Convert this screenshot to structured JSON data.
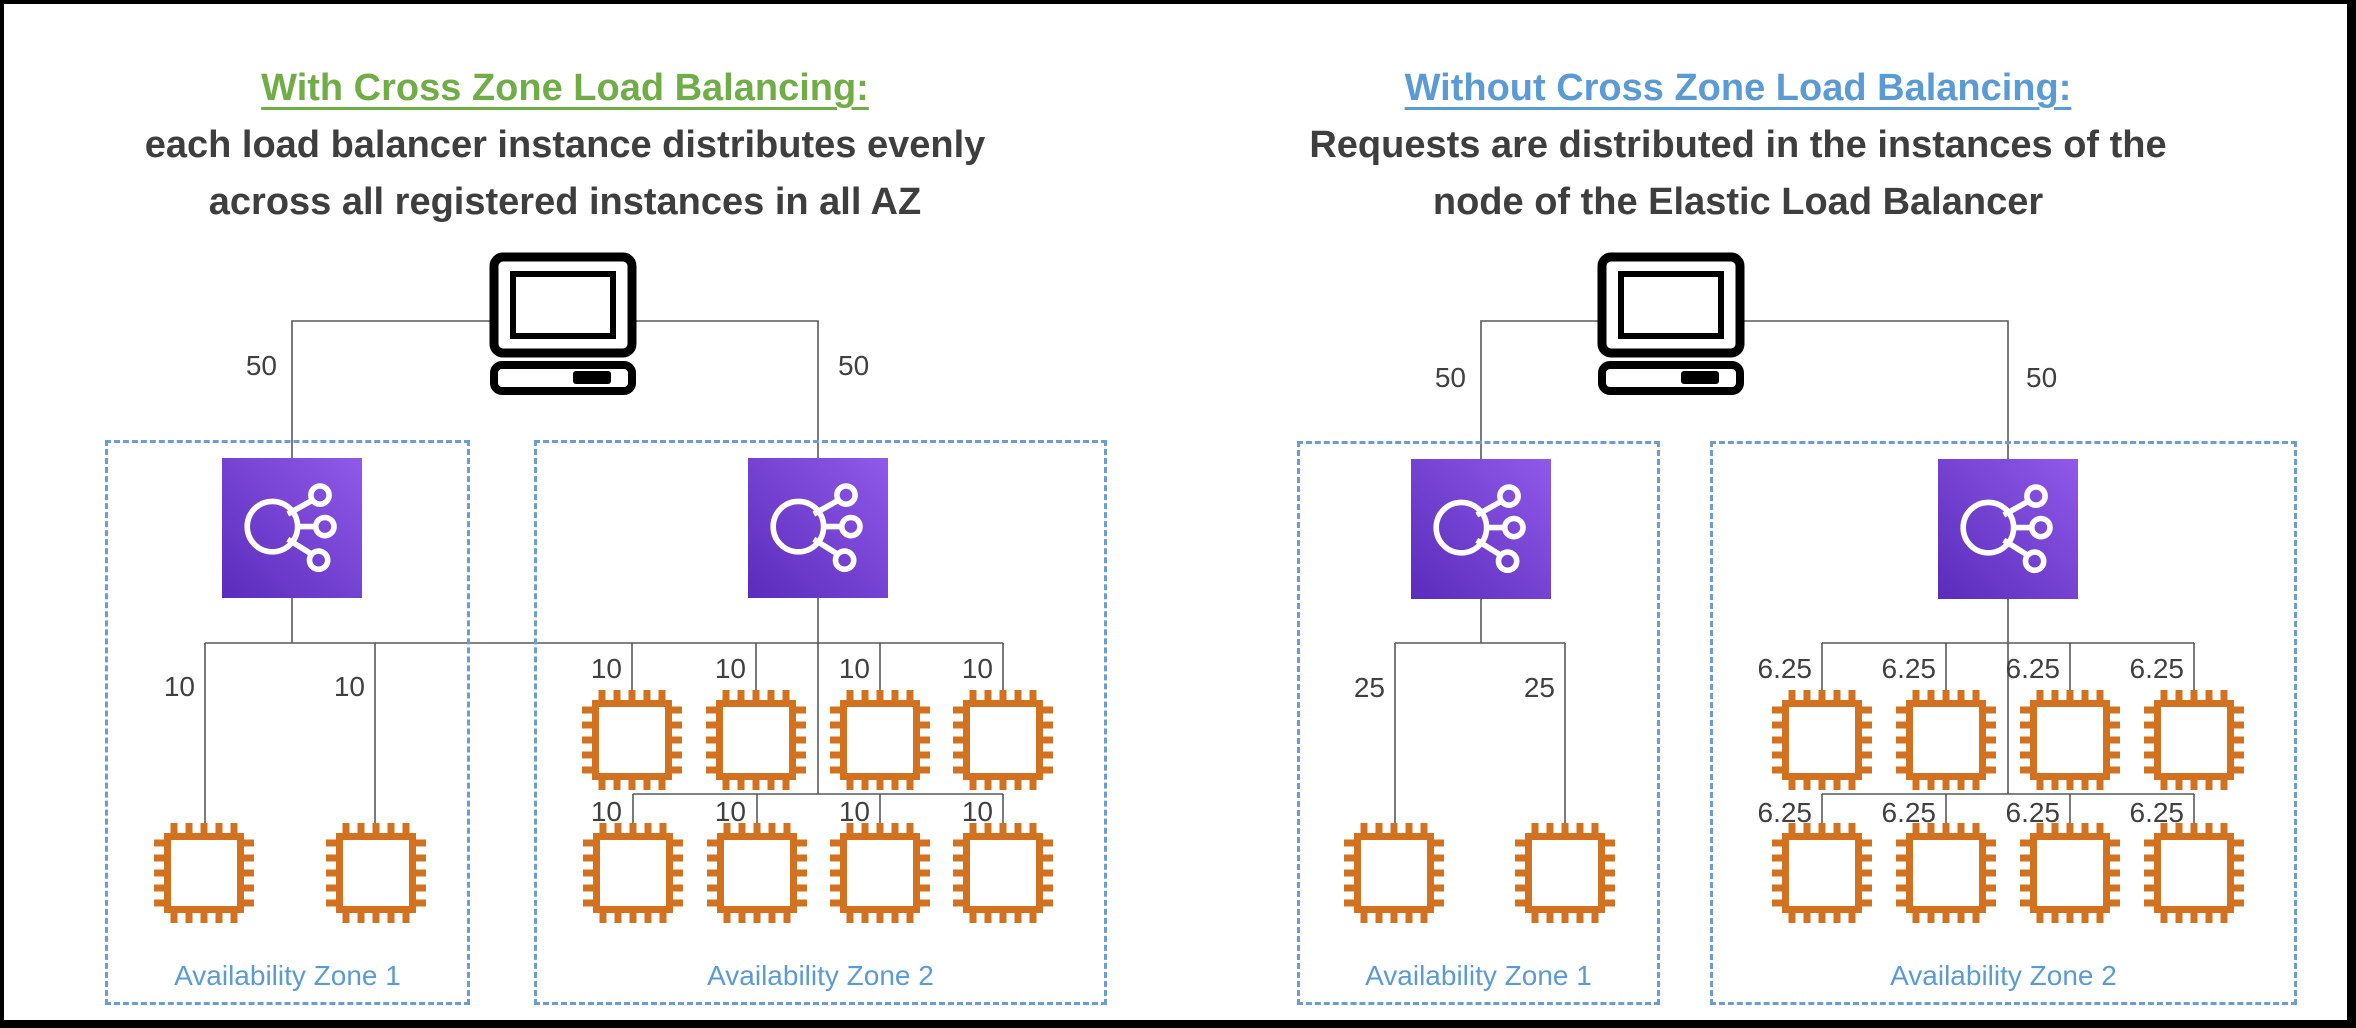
{
  "diagrams": {
    "left": {
      "title": "With Cross Zone Load Balancing:",
      "subtitle1": "each load balancer instance distributes evenly",
      "subtitle2": "across all registered instances in all AZ",
      "client_labels": [
        "50",
        "50"
      ],
      "az1": {
        "name": "Availability Zone 1",
        "instance_labels": [
          "10",
          "10"
        ]
      },
      "az2": {
        "name": "Availability Zone 2",
        "row1_labels": [
          "10",
          "10",
          "10",
          "10"
        ],
        "row2_labels": [
          "10",
          "10",
          "10",
          "10"
        ]
      }
    },
    "right": {
      "title": "Without Cross Zone Load Balancing:",
      "subtitle1": "Requests are distributed in the instances of the",
      "subtitle2": "node of the Elastic Load Balancer",
      "client_labels": [
        "50",
        "50"
      ],
      "az1": {
        "name": "Availability Zone 1",
        "instance_labels": [
          "25",
          "25"
        ]
      },
      "az2": {
        "name": "Availability Zone 2",
        "row1_labels": [
          "6.25",
          "6.25",
          "6.25",
          "6.25"
        ],
        "row2_labels": [
          "6.25",
          "6.25",
          "6.25",
          "6.25"
        ]
      }
    }
  },
  "icons": {
    "client": "computer-icon",
    "load_balancer": "elastic-load-balancer-icon",
    "instance": "ec2-instance-chip-icon"
  },
  "colors": {
    "left_title": "#70AD47",
    "right_title": "#5B9BD5",
    "subtitle_text": "#3E3E3E",
    "number_labels": "#404040",
    "az_border": "#6C9CD6",
    "az_label": "#5B9BD5",
    "wire": "#595959",
    "instance_orange": "#D2711F",
    "lb_gradient_start": "#5A2CBB",
    "lb_gradient_end": "#9059E9"
  }
}
